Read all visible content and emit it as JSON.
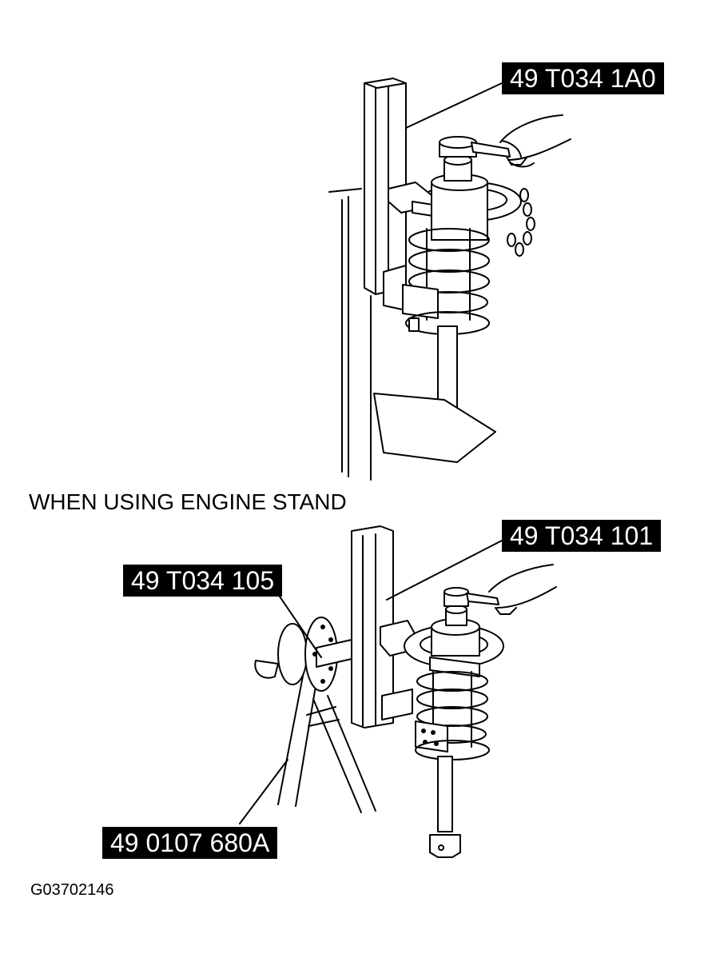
{
  "labels": {
    "top_tool": "49 T034 1A0",
    "bottom_tool": "49 T034 101",
    "adapter": "49 T034 105",
    "engine_stand": "49 0107 680A"
  },
  "heading": "WHEN USING ENGINE STAND",
  "figure_code": "G03702146"
}
